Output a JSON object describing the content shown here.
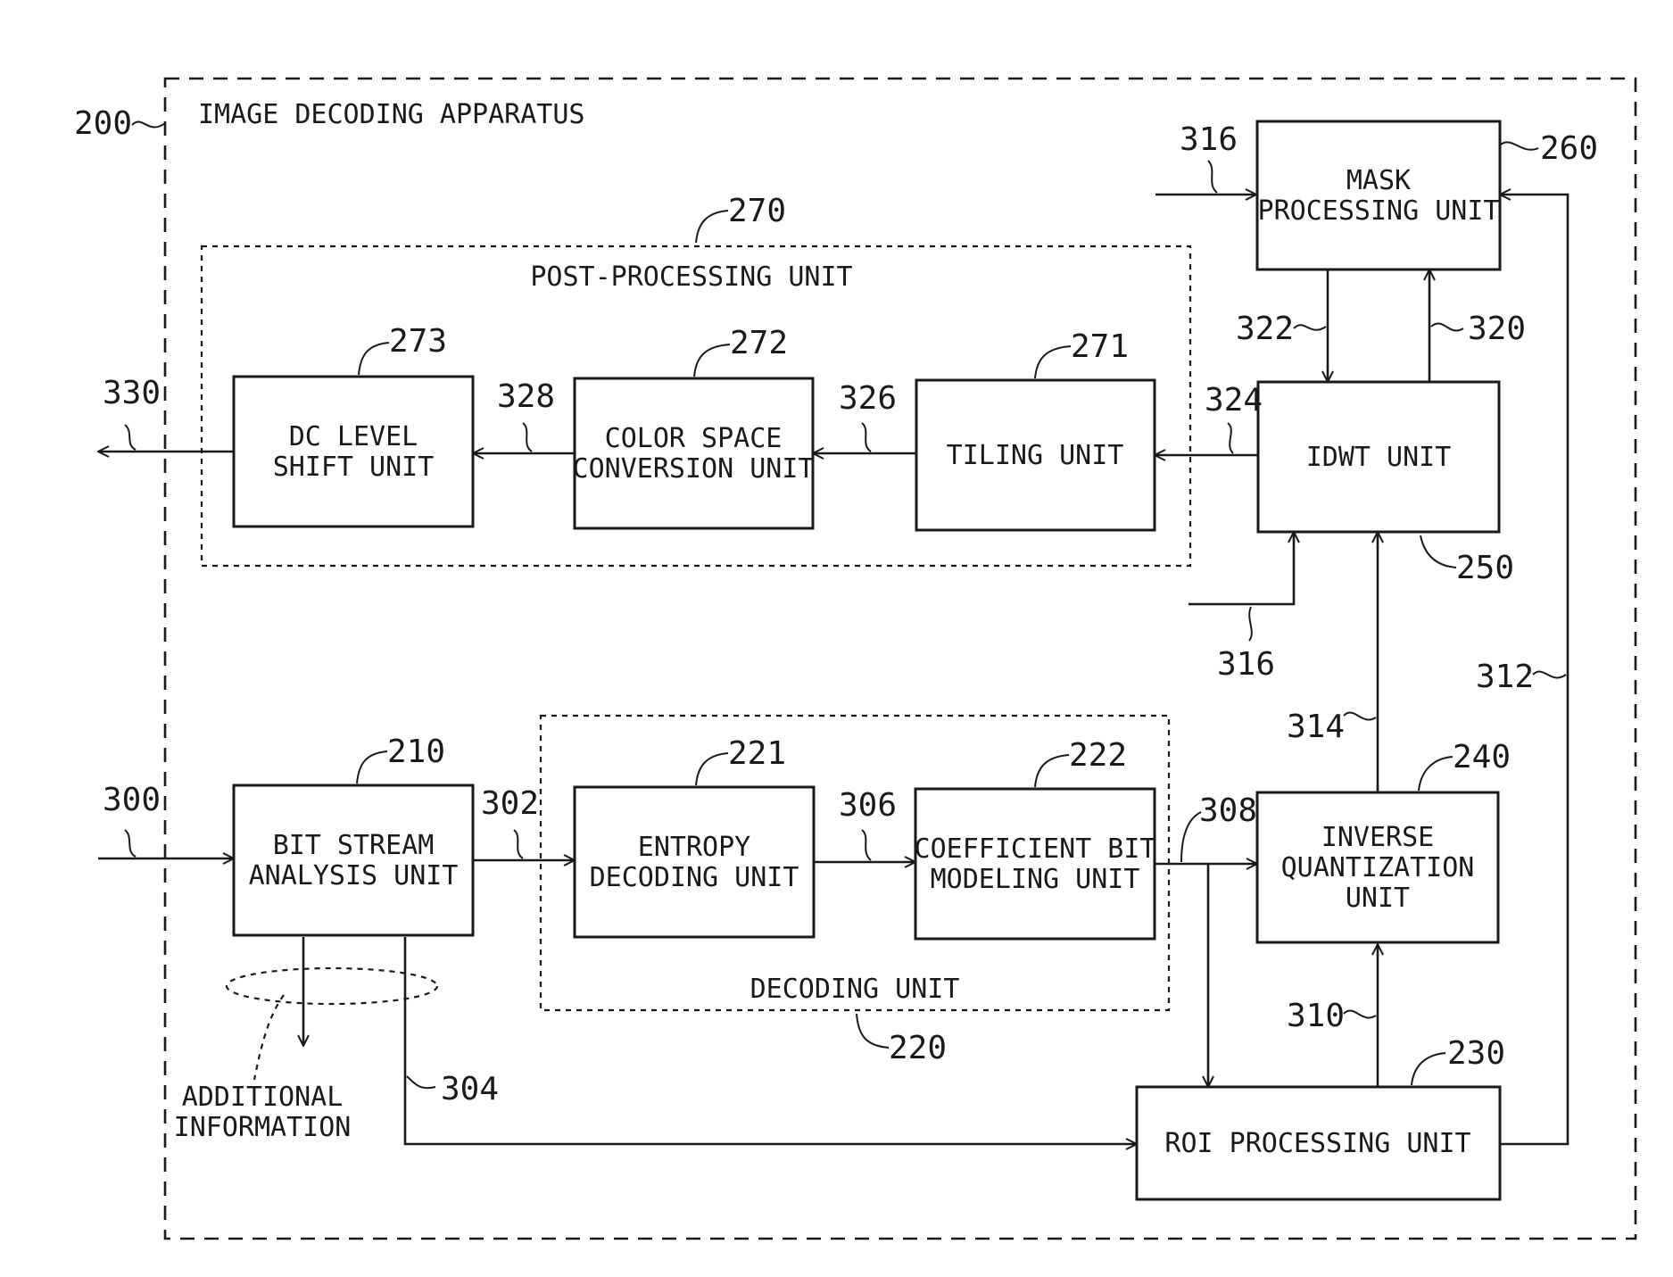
{
  "apparatus": {
    "ref": "200",
    "title": "IMAGE DECODING APPARATUS"
  },
  "groups": {
    "post": {
      "ref": "270",
      "title": "POST-PROCESSING UNIT"
    },
    "decoding": {
      "ref": "220",
      "title": "DECODING UNIT"
    }
  },
  "units": {
    "dc_level": {
      "ref": "273",
      "lines": [
        "DC LEVEL",
        "SHIFT UNIT"
      ]
    },
    "color_space": {
      "ref": "272",
      "lines": [
        "COLOR SPACE",
        "CONVERSION UNIT"
      ]
    },
    "tiling": {
      "ref": "271",
      "lines": [
        "TILING UNIT"
      ]
    },
    "idwt": {
      "ref": "250",
      "lines": [
        "IDWT UNIT"
      ]
    },
    "mask": {
      "ref": "260",
      "lines": [
        "MASK",
        "PROCESSING UNIT"
      ]
    },
    "bitstream": {
      "ref": "210",
      "lines": [
        "BIT STREAM",
        "ANALYSIS UNIT"
      ]
    },
    "entropy": {
      "ref": "221",
      "lines": [
        "ENTROPY",
        "DECODING UNIT"
      ]
    },
    "coef": {
      "ref": "222",
      "lines": [
        "COEFFICIENT BIT",
        "MODELING UNIT"
      ]
    },
    "invq": {
      "ref": "240",
      "lines": [
        "INVERSE",
        "QUANTIZATION",
        "UNIT"
      ]
    },
    "roi": {
      "ref": "230",
      "lines": [
        "ROI PROCESSING UNIT"
      ]
    }
  },
  "signals": {
    "s300": "300",
    "s302": "302",
    "s304": "304",
    "s306": "306",
    "s308": "308",
    "s310": "310",
    "s312": "312",
    "s314": "314",
    "s316_top": "316",
    "s316_bottom": "316",
    "s320": "320",
    "s322": "322",
    "s324": "324",
    "s326": "326",
    "s328": "328",
    "s330": "330"
  },
  "additional_info": {
    "lines": [
      "ADDITIONAL",
      "INFORMATION"
    ]
  }
}
